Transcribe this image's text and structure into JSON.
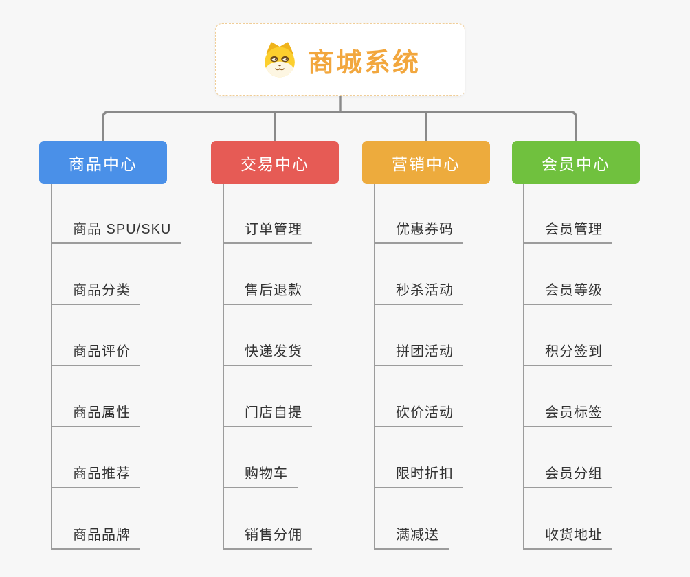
{
  "root": {
    "title": "商城系统",
    "icon": "doge-face-icon"
  },
  "branches": [
    {
      "label": "商品中心",
      "color": "#4a90e8",
      "items": [
        "商品 SPU/SKU",
        "商品分类",
        "商品评价",
        "商品属性",
        "商品推荐",
        "商品品牌"
      ]
    },
    {
      "label": "交易中心",
      "color": "#e65b55",
      "items": [
        "订单管理",
        "售后退款",
        "快递发货",
        "门店自提",
        "购物车",
        "销售分佣"
      ]
    },
    {
      "label": "营销中心",
      "color": "#edab3d",
      "items": [
        "优惠券码",
        "秒杀活动",
        "拼团活动",
        "砍价活动",
        "限时折扣",
        "满减送"
      ]
    },
    {
      "label": "会员中心",
      "color": "#70c13e",
      "items": [
        "会员管理",
        "会员等级",
        "积分签到",
        "会员标签",
        "会员分组",
        "收货地址"
      ]
    }
  ],
  "colors": {
    "background": "#f7f7f7",
    "connector": "#8a8a8a",
    "underline": "#9c9c9c",
    "root_border": "#f0cd96",
    "title_text": "#f2a73e",
    "leaf_text": "#333333"
  }
}
